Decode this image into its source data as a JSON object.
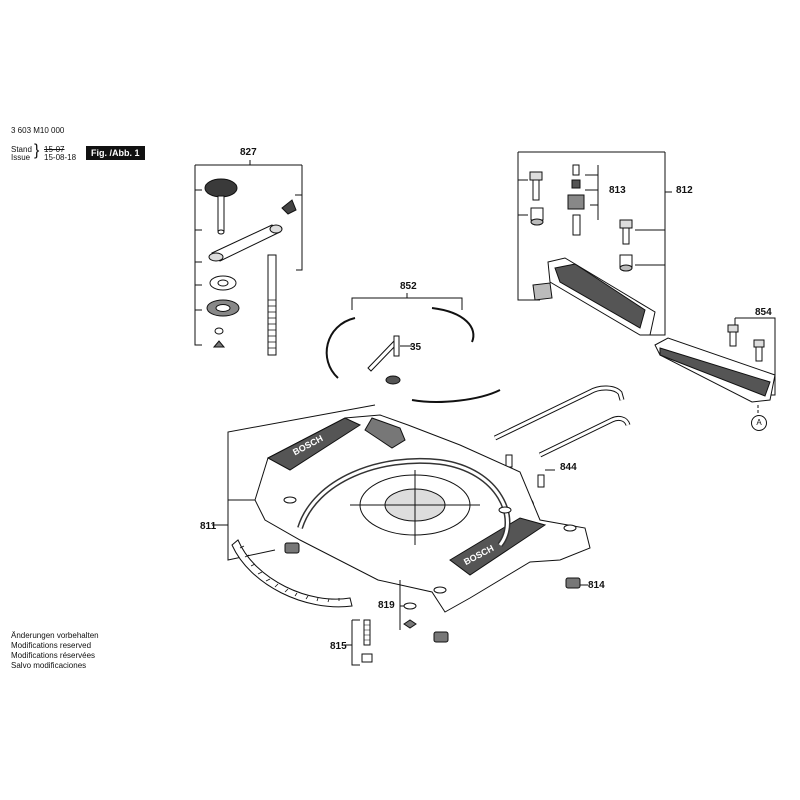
{
  "header": {
    "doc_number": "3 603 M10 000",
    "stand_label": "Stand",
    "issue_label": "Issue",
    "stand_value": "15-07",
    "issue_value": "15-08-18",
    "figure_label": "Fig. /Abb. 1"
  },
  "callouts": {
    "c827": "827",
    "c812": "812",
    "c813": "813",
    "c852": "852",
    "c854": "854",
    "c35": "35",
    "c844": "844",
    "c811": "811",
    "c814": "814",
    "c819": "819",
    "c815": "815",
    "ref_a1": "A",
    "ref_a2": "A"
  },
  "footer": {
    "line1": "Änderungen vorbehalten",
    "line2": "Modifications reserved",
    "line3": "Modifications réservées",
    "line4": "Salvo modificaciones"
  },
  "branding": {
    "logo_text": "BOSCH"
  }
}
